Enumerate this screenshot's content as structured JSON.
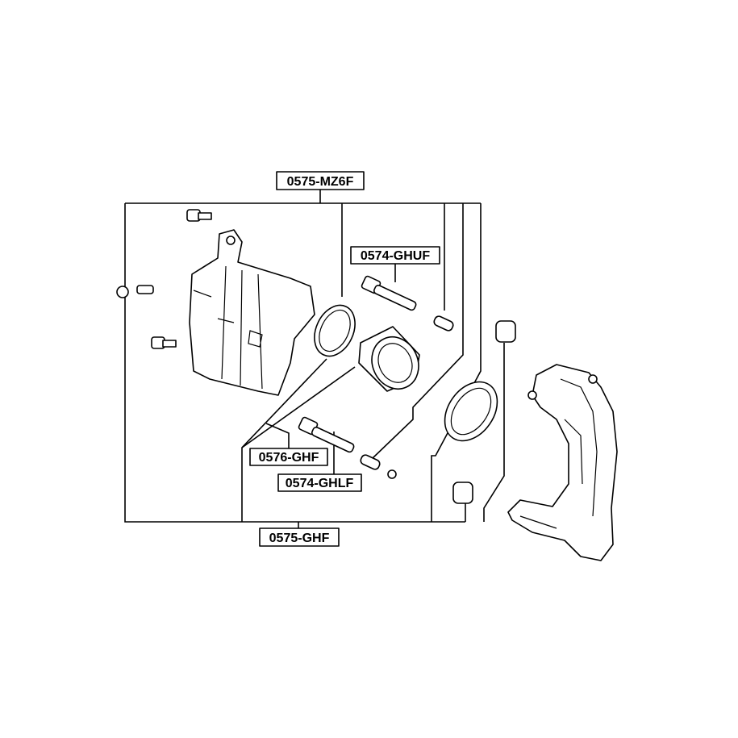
{
  "labels": {
    "caliper_assembly": "0575-MZ6F",
    "upper_guide_pin": "0574-GHUF",
    "piston": "0576-GHF",
    "lower_guide_pin": "0574-GHLF",
    "repair_kit": "0575-GHF"
  }
}
